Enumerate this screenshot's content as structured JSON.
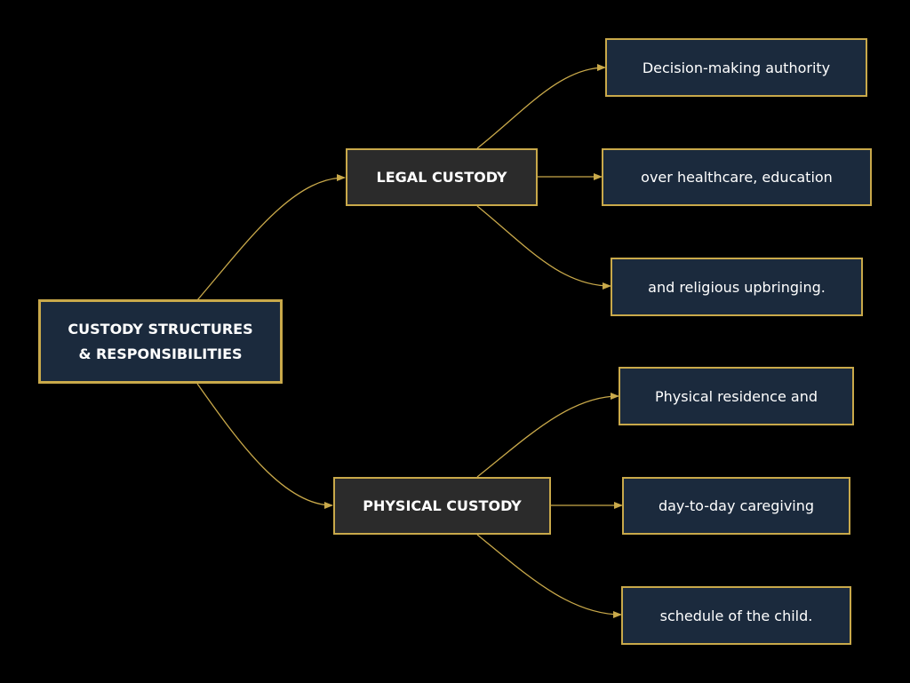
{
  "diagram": {
    "colors": {
      "background": "#000000",
      "edge": "#c9a94a",
      "border": "#c9a94a",
      "root_fill": "#1b2a3d",
      "branch_fill": "#2b2b2b",
      "leaf_fill": "#1b2a3d",
      "text": "#ffffff"
    },
    "root": {
      "label": "CUSTODY STRUCTURES\n& RESPONSIBILITIES"
    },
    "legal": {
      "label": "LEGAL CUSTODY",
      "children": [
        "Decision-making authority",
        "over healthcare, education",
        "and religious upbringing."
      ]
    },
    "physical": {
      "label": "PHYSICAL CUSTODY",
      "children": [
        "Physical residence and",
        "day-to-day caregiving",
        "schedule of the child."
      ]
    }
  }
}
